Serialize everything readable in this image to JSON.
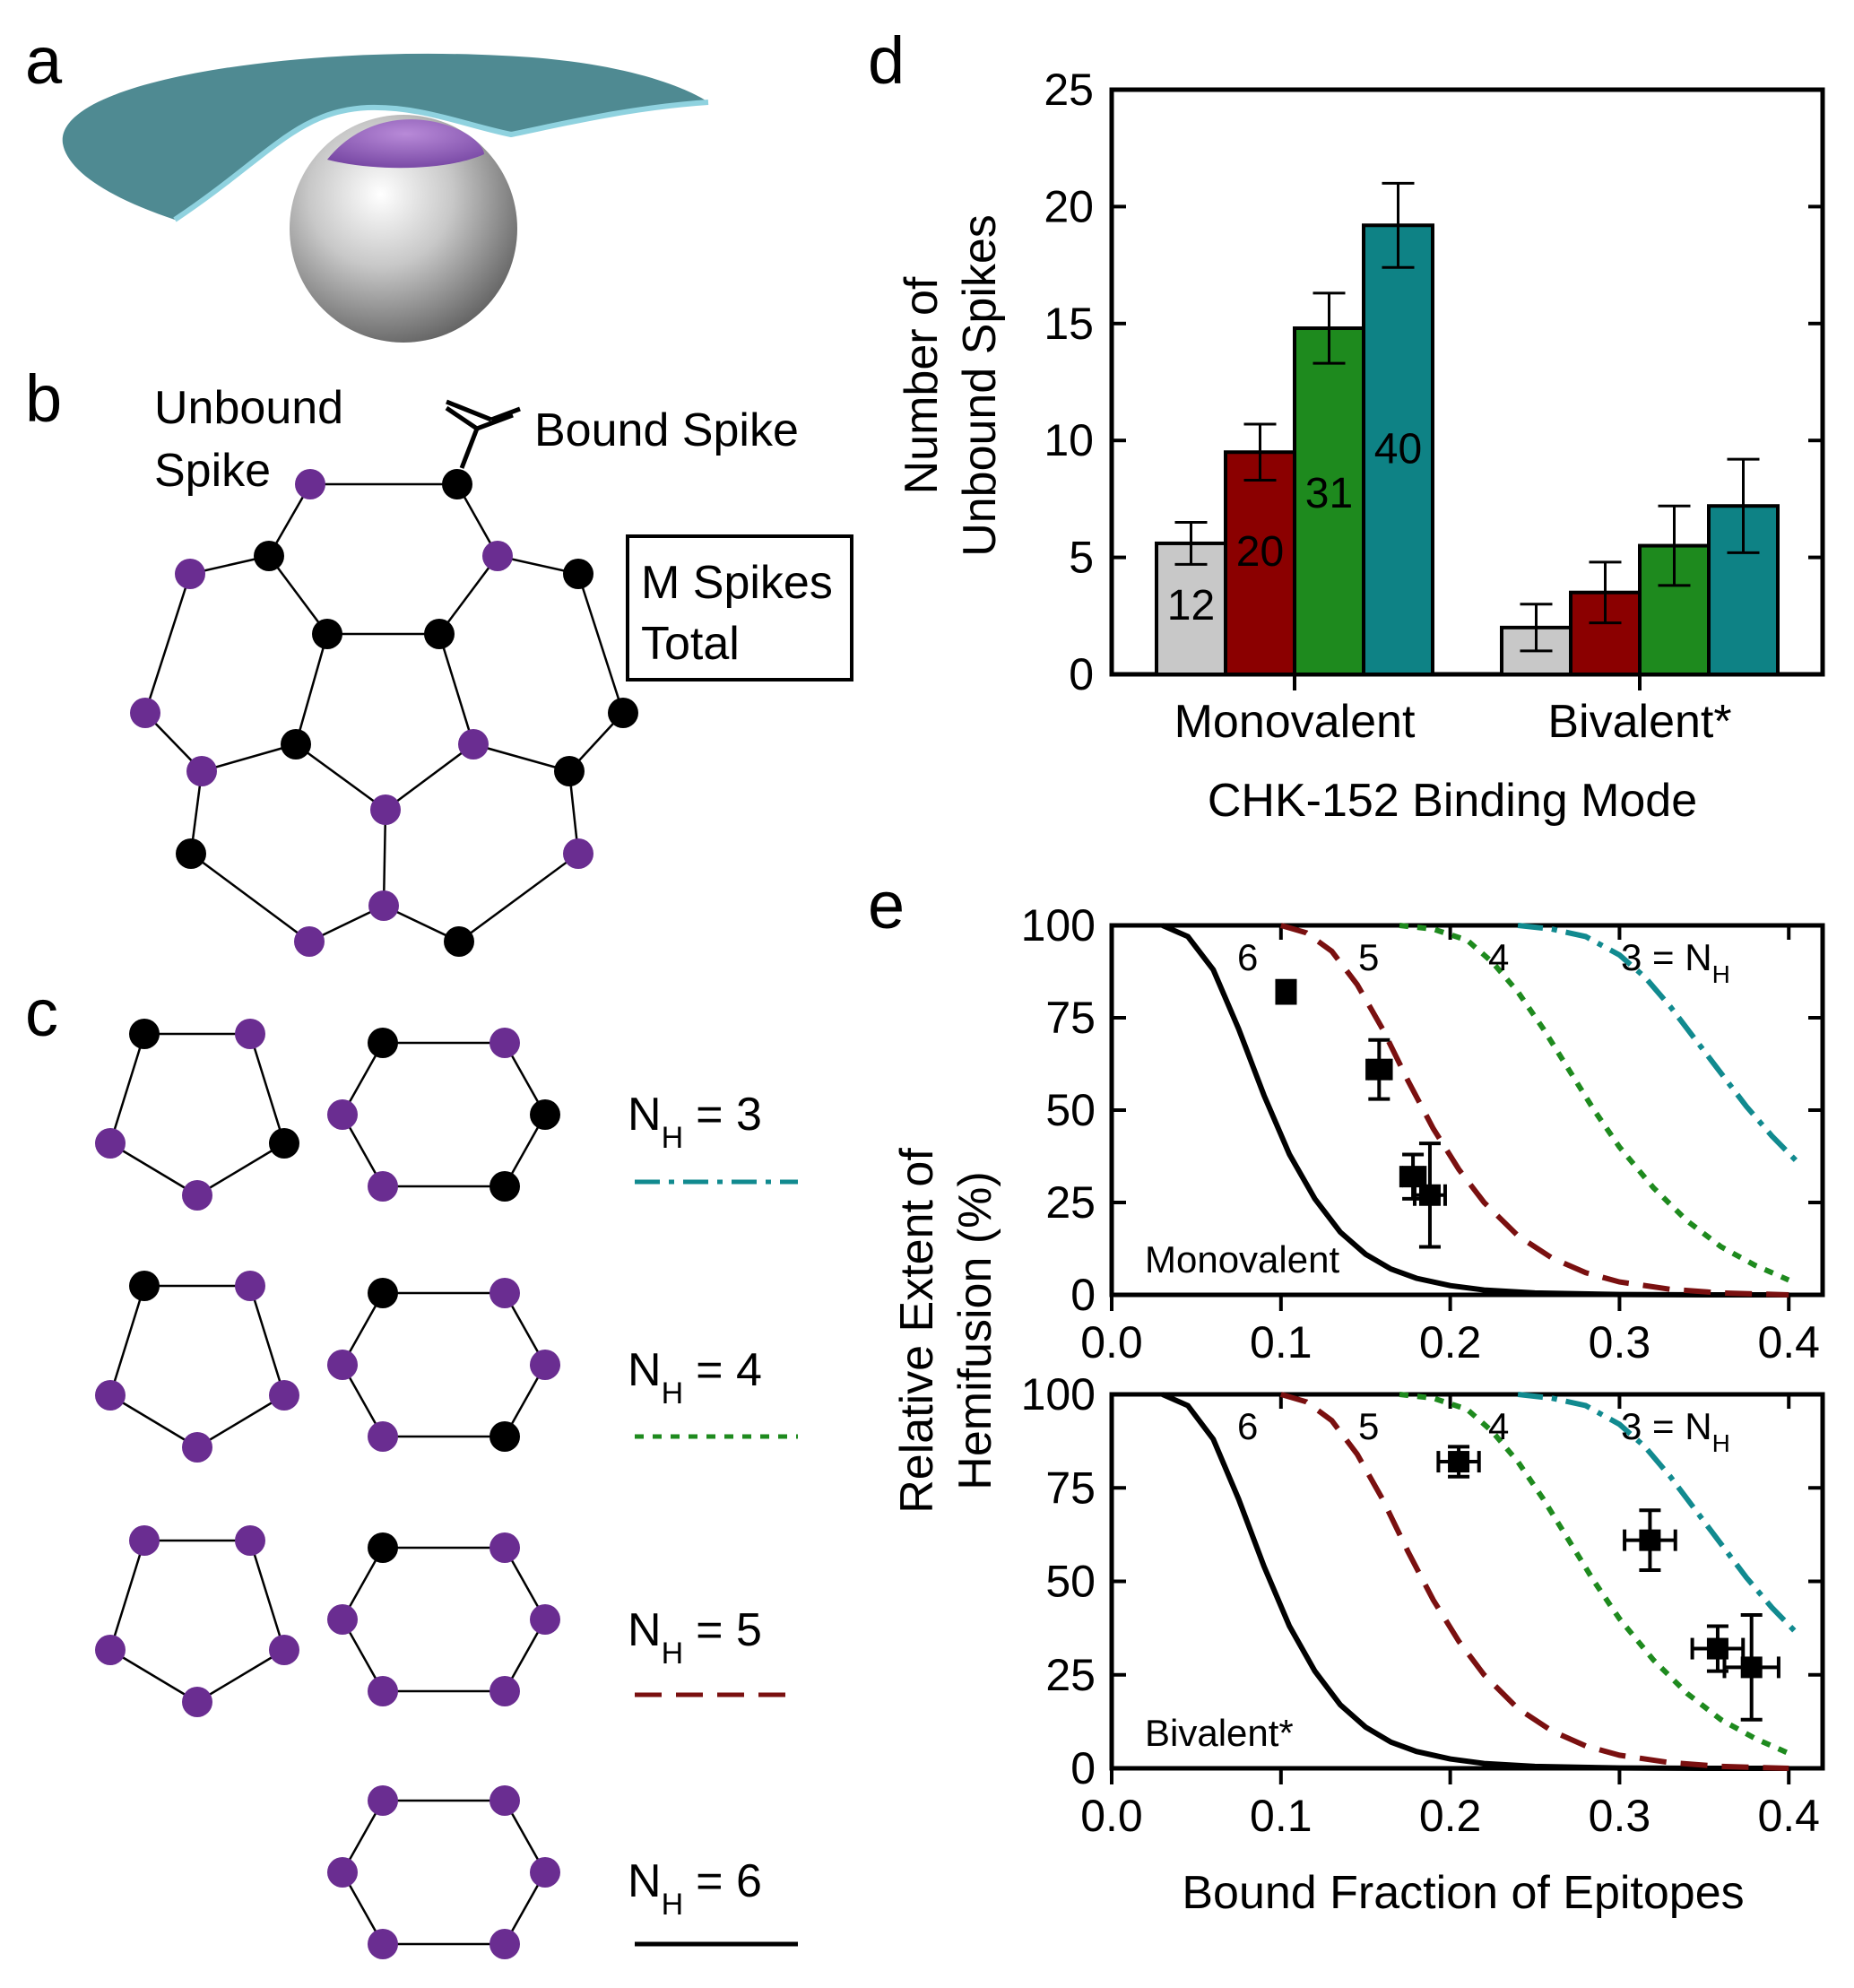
{
  "panels": {
    "a": {
      "label": "a"
    },
    "b": {
      "label": "b",
      "unbound_label": [
        "Unbound",
        "Spike"
      ],
      "bound_label": "Bound Spike",
      "box_label": [
        "M Spikes",
        "Total"
      ]
    },
    "c": {
      "label": "c",
      "rows": [
        {
          "nh_prefix": "N",
          "nh_sub": "H",
          "nh_value": "= 3",
          "line_style": "dashdot",
          "line_color": "#118a8f"
        },
        {
          "nh_prefix": "N",
          "nh_sub": "H",
          "nh_value": "= 4",
          "line_style": "dotted",
          "line_color": "#1e8a1e"
        },
        {
          "nh_prefix": "N",
          "nh_sub": "H",
          "nh_value": "= 5",
          "line_style": "dashed",
          "line_color": "#7a1010"
        },
        {
          "nh_prefix": "N",
          "nh_sub": "H",
          "nh_value": "= 6",
          "line_style": "solid",
          "line_color": "#000000"
        }
      ]
    },
    "d": {
      "label": "d"
    },
    "e": {
      "label": "e"
    }
  },
  "colors": {
    "unbound_spike": "#6a2d91",
    "bound_spike": "#000000",
    "membrane": "#4f8a92",
    "membrane_edge": "#8fd2df",
    "bar_gray": "#c8c8c8",
    "bar_red": "#8b0000",
    "bar_green": "#1e8a1e",
    "bar_teal": "#0e8285"
  },
  "chart_data": [
    {
      "type": "bar",
      "panel": "d",
      "xlabel": "CHK-152 Binding Mode",
      "ylabel": [
        "Number of",
        "Unbound Spikes"
      ],
      "categories": [
        "Monovalent",
        "Bivalent*"
      ],
      "ylim": [
        0,
        25
      ],
      "yticks": [
        "0",
        "5",
        "10",
        "15",
        "20",
        "25"
      ],
      "series": [
        {
          "name": "12",
          "color": "#c8c8c8",
          "values": [
            5.6,
            2.0
          ],
          "errors": [
            0.9,
            1.0
          ]
        },
        {
          "name": "20",
          "color": "#8b0000",
          "values": [
            9.5,
            3.5
          ],
          "errors": [
            1.2,
            1.3
          ]
        },
        {
          "name": "31",
          "color": "#1e8a1e",
          "values": [
            14.8,
            5.5
          ],
          "errors": [
            1.5,
            1.7
          ]
        },
        {
          "name": "40",
          "color": "#0e8285",
          "values": [
            19.2,
            7.2
          ],
          "errors": [
            1.8,
            2.0
          ]
        }
      ],
      "bar_labels_category": "Monovalent"
    },
    {
      "type": "line",
      "panel": "e",
      "xlabel": "Bound Fraction of Epitopes",
      "ylabel": [
        "Relative Extent of",
        "Hemifusion (%)"
      ],
      "xlim": [
        0.0,
        0.42
      ],
      "ylim": [
        0,
        100
      ],
      "xticks": [
        "0.0",
        "0.1",
        "0.2",
        "0.3",
        "0.4"
      ],
      "yticks": [
        "0",
        "25",
        "50",
        "75",
        "100"
      ],
      "curve_labels": [
        "6",
        "5",
        "4",
        "3 = N"
      ],
      "curve_label_sub": "H",
      "subplots": [
        {
          "name": "Monovalent",
          "points": [
            {
              "x": 0.103,
              "y": 82,
              "xerr": 0.005,
              "yerr": 3
            },
            {
              "x": 0.158,
              "y": 61,
              "xerr": 0.007,
              "yerr": 8
            },
            {
              "x": 0.178,
              "y": 32,
              "xerr": 0.007,
              "yerr": 6
            },
            {
              "x": 0.188,
              "y": 27,
              "xerr": 0.009,
              "yerr": 14
            }
          ]
        },
        {
          "name": "Bivalent*",
          "points": [
            {
              "x": 0.205,
              "y": 82,
              "xerr": 0.012,
              "yerr": 4
            },
            {
              "x": 0.318,
              "y": 61,
              "xerr": 0.015,
              "yerr": 8
            },
            {
              "x": 0.358,
              "y": 32,
              "xerr": 0.015,
              "yerr": 6
            },
            {
              "x": 0.378,
              "y": 27,
              "xerr": 0.016,
              "yerr": 14
            }
          ]
        }
      ],
      "curves": [
        {
          "label": "6",
          "color": "#000000",
          "style": "solid",
          "x": [
            0.03,
            0.045,
            0.06,
            0.075,
            0.09,
            0.105,
            0.12,
            0.135,
            0.15,
            0.165,
            0.18,
            0.2,
            0.22,
            0.25,
            0.3,
            0.35,
            0.4
          ],
          "y": [
            100,
            97,
            88,
            72,
            54,
            38,
            26,
            17,
            11,
            7,
            4.5,
            2.5,
            1.3,
            0.5,
            0.1,
            0,
            0
          ]
        },
        {
          "label": "5",
          "color": "#7a1010",
          "style": "dashed",
          "x": [
            0.1,
            0.115,
            0.13,
            0.145,
            0.16,
            0.175,
            0.19,
            0.205,
            0.22,
            0.24,
            0.26,
            0.28,
            0.3,
            0.33,
            0.36,
            0.4
          ],
          "y": [
            100,
            98,
            93,
            84,
            72,
            58,
            45,
            34,
            25,
            16,
            10,
            6,
            3.5,
            1.5,
            0.5,
            0
          ]
        },
        {
          "label": "4",
          "color": "#1e8a1e",
          "style": "dotted",
          "x": [
            0.17,
            0.19,
            0.21,
            0.225,
            0.24,
            0.255,
            0.27,
            0.285,
            0.3,
            0.32,
            0.34,
            0.36,
            0.38,
            0.4
          ],
          "y": [
            100,
            99,
            96,
            90,
            82,
            72,
            61,
            50,
            40,
            29,
            20,
            13,
            8,
            4
          ]
        },
        {
          "label": "3",
          "color": "#118a8f",
          "style": "dashdot",
          "x": [
            0.24,
            0.26,
            0.28,
            0.3,
            0.315,
            0.33,
            0.345,
            0.36,
            0.375,
            0.39,
            0.405
          ],
          "y": [
            100,
            99,
            97,
            92,
            86,
            78,
            69,
            60,
            51,
            43,
            36
          ]
        }
      ]
    }
  ]
}
